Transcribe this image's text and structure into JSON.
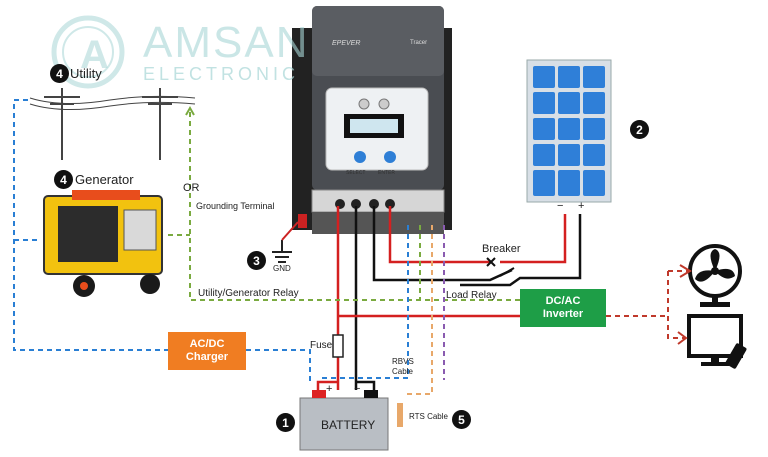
{
  "watermark": {
    "brand": "AMSAN",
    "sub": "ELECTRONIC",
    "logo_letter": "A"
  },
  "controller": {
    "brand": "EPEVER",
    "model": "Tracer",
    "btn_select": "SELECT",
    "btn_enter": "ENTER"
  },
  "labels": {
    "utility": "Utility",
    "generator": "Generator",
    "or": "OR",
    "grounding_terminal": "Grounding Terminal",
    "gnd": "GND",
    "breaker": "Breaker",
    "load_relay": "Load Relay",
    "utility_generator_relay": "Utility/Generator Relay",
    "fuse": "Fuse",
    "rbvs_cable": "RBVS\nCable",
    "rts_cable": "RTS Cable",
    "battery": "BATTERY",
    "battery_plus": "+",
    "battery_minus": "−",
    "pv_minus": "−",
    "pv_plus": "+"
  },
  "boxes": {
    "charger": "AC/DC\nCharger",
    "inverter": "DC/AC\nInverter"
  },
  "markers": {
    "m1": "1",
    "m2": "2",
    "m3": "3",
    "m4a": "4",
    "m4b": "4",
    "m5": "5"
  },
  "colors": {
    "charger": "#f07d22",
    "inverter": "#1e9e47",
    "pv_panel": "#2f7fd8",
    "wire_red": "#d42020",
    "wire_blue_dashed": "#2a7fd4",
    "wire_green_dashed": "#7aaa40",
    "wire_red_dashed": "#c0392b",
    "controller_body": "#4a4d52",
    "watermark": "#a8d6d6"
  },
  "icons": [
    "amsan-logo-icon",
    "utility-pole-icon",
    "generator-icon",
    "ground-icon",
    "solar-panel-icon",
    "fan-icon",
    "tv-icon",
    "remote-icon",
    "fuse-icon",
    "breaker-icon"
  ]
}
